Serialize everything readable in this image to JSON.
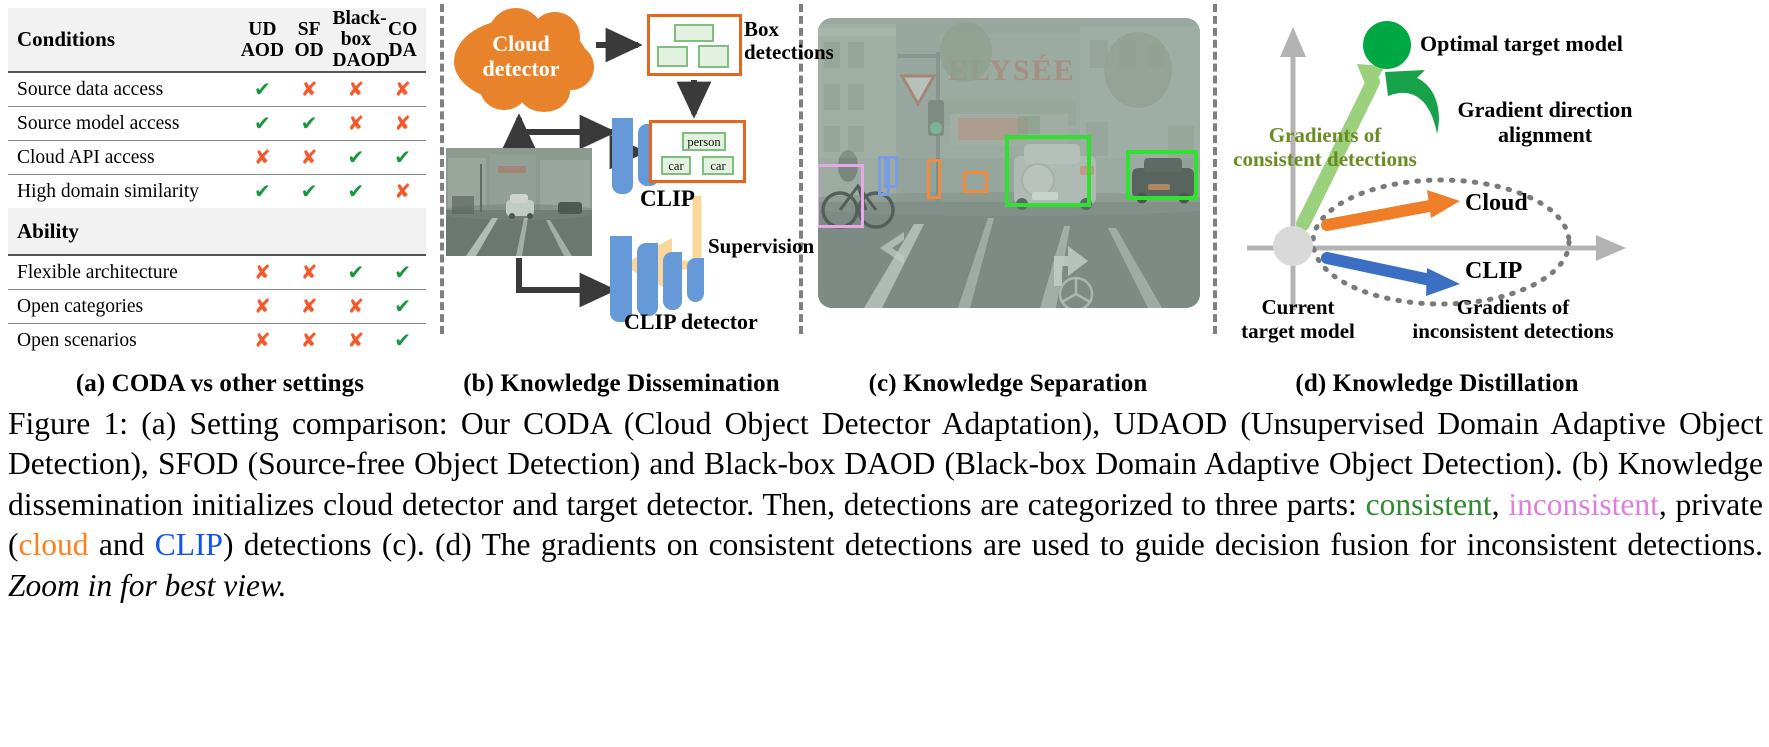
{
  "figure": {
    "panels": [
      {
        "id": "a",
        "caption": "(a) CODA vs other settings"
      },
      {
        "id": "b",
        "caption": "(b) Knowledge Dissemination"
      },
      {
        "id": "c",
        "caption": "(c) Knowledge Separation"
      },
      {
        "id": "d",
        "caption": "(d) Knowledge Distillation"
      }
    ]
  },
  "panel_a": {
    "header": {
      "row_label": "Conditions",
      "columns": [
        {
          "line1": "UD",
          "line2": "AOD",
          "bold": false
        },
        {
          "line1": "SF",
          "line2": "OD",
          "bold": false
        },
        {
          "line1": "Black-box",
          "line2": "DAOD",
          "bold": false
        },
        {
          "line1": "CO",
          "line2": "DA",
          "bold": true
        }
      ]
    },
    "section_label": "Ability",
    "marks": {
      "yes": "✔",
      "no": "✘"
    },
    "colors": {
      "yes": "#1a9641",
      "no": "#f4592a",
      "header_bg": "#f2f2f2"
    },
    "conditions_rows": [
      {
        "label": "Source data access",
        "values": [
          "yes",
          "no",
          "no",
          "no"
        ]
      },
      {
        "label": "Source model access",
        "values": [
          "yes",
          "yes",
          "no",
          "no"
        ]
      },
      {
        "label": "Cloud API access",
        "values": [
          "no",
          "no",
          "yes",
          "yes"
        ]
      },
      {
        "label": "High domain similarity",
        "values": [
          "yes",
          "yes",
          "yes",
          "no"
        ]
      }
    ],
    "ability_rows": [
      {
        "label": "Flexible architecture",
        "values": [
          "no",
          "no",
          "yes",
          "yes"
        ]
      },
      {
        "label": "Open categories",
        "values": [
          "no",
          "no",
          "no",
          "yes"
        ]
      },
      {
        "label": "Open scenarios",
        "values": [
          "no",
          "no",
          "no",
          "yes"
        ]
      }
    ]
  },
  "panel_b": {
    "cloud_label_line1": "Cloud",
    "cloud_label_line2": "detector",
    "box_detections_line1": "Box",
    "box_detections_line2": "detections",
    "clip_label": "CLIP",
    "clip_detector_label": "CLIP detector",
    "supervision_label": "Supervision",
    "clip_output_chips": [
      "person",
      "car",
      "car"
    ],
    "colors": {
      "cloud": "#e8832b",
      "box_frame": "#e8651d",
      "chip_fill": "#e3f2e0",
      "chip_border": "#7fbe7f",
      "network_block": "#6699d8",
      "supervision_arrow": "#fbd79b",
      "arrow": "#3a3a3a"
    }
  },
  "panel_c": {
    "detections": [
      {
        "name": "bicycle",
        "color": "#e7a8e7",
        "kind": "inconsistent"
      },
      {
        "name": "pole",
        "color": "#7b9ce0",
        "kind": "clip-private"
      },
      {
        "name": "pole2",
        "color": "#7b9ce0",
        "kind": "clip-private"
      },
      {
        "name": "sign",
        "color": "#f08a3c",
        "kind": "cloud-private"
      },
      {
        "name": "small-object",
        "color": "#f08a3c",
        "kind": "cloud-private"
      },
      {
        "name": "car-center",
        "color": "#2fe22f",
        "kind": "consistent"
      },
      {
        "name": "car-right",
        "color": "#2fe22f",
        "kind": "consistent"
      }
    ],
    "scene_text": "ELYSEE"
  },
  "panel_d": {
    "optimal_target_model": "Optimal target model",
    "gradient_direction_alignment_line1": "Gradient direction",
    "gradient_direction_alignment_line2": "alignment",
    "gradients_consistent_line1": "Gradients of",
    "gradients_consistent_line2": "consistent detections",
    "gradients_inconsistent_line1": "Gradients of",
    "gradients_inconsistent_line2": "inconsistent detections",
    "current_target_model_line1": "Current",
    "current_target_model_line2": "target model",
    "cloud_label": "Cloud",
    "clip_label": "CLIP",
    "colors": {
      "optimal_dot": "#00a843",
      "consistent_arrow": "#9bd07c",
      "alignment_arrow": "#17a24a",
      "cloud_arrow": "#f07d28",
      "clip_arrow": "#3b6fc4",
      "axis": "#b3b3b3",
      "origin_dot": "#d9d9d9",
      "ellipse": "#7a7a7a",
      "consistent_text": "#6b8c23"
    }
  },
  "caption": {
    "prefix": "Figure 1: (a) Setting comparison: Our CODA (Cloud Object Detector Adaptation), UDAOD (Unsupervised Domain Adaptive Object Detection), SFOD (Source-free Object Detection) and Black-box DAOD (Black-box Domain Adaptive Object Detection). (b) Knowledge dissemination initializes cloud detector and target detector. Then, detections are categorized to three parts: ",
    "word_consistent": "consistent",
    "mid1": ", ",
    "word_inconsistent": "inconsistent",
    "mid2": ", private (",
    "word_cloud": "cloud",
    "mid3": " and ",
    "word_clip": "CLIP",
    "mid4": ") detections (c). (d) The gradients on consistent detections are used to guide decision fusion for inconsistent detections. ",
    "italic_tail": "Zoom in for best view."
  }
}
